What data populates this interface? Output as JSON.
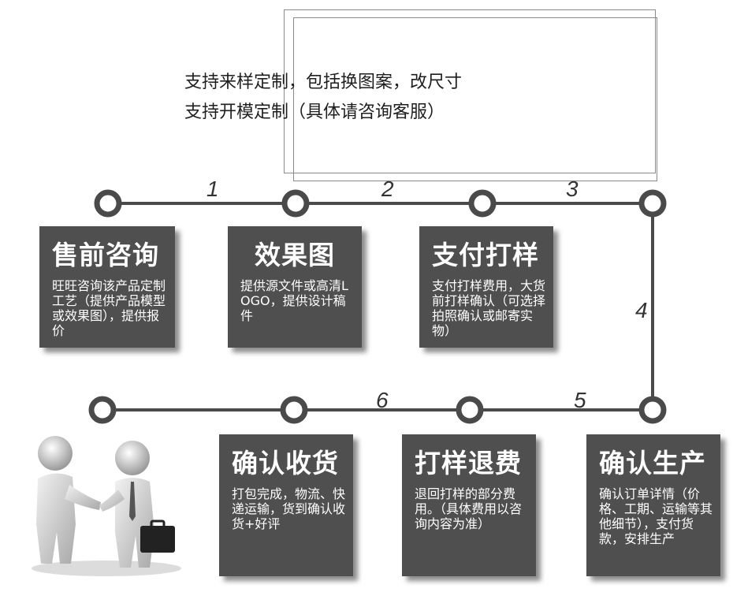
{
  "header": {
    "line1": "支持来样定制，包括换图案，改尺寸",
    "line2": "支持开模定制（具体请咨询客服）"
  },
  "steps": [
    {
      "title": "售前咨询",
      "desc": "旺旺咨询该产品定制工艺（提供产品模型或效果图），提供报价"
    },
    {
      "title": "效果图",
      "desc": "提供源文件或高清LOGO，提供设计稿件"
    },
    {
      "title": "支付打样",
      "desc": "支付打样费用，大货前打样确认（可选择拍照确认或邮寄实物）"
    },
    {
      "title": "确认生产",
      "desc": "确认订单详情（价格、工期、运输等其他细节），支付货款，安排生产"
    },
    {
      "title": "打样退费",
      "desc": "退回打样的部分费用。（具体费用以咨询内容为准）"
    },
    {
      "title": "确认收货",
      "desc": "打包完成，物流、快递运输，货到确认收货+好评"
    }
  ],
  "numbers": [
    "1",
    "2",
    "3",
    "4",
    "5",
    "6"
  ],
  "colors": {
    "line": "#4a4a4a",
    "box": "#4f4f4f",
    "text": "#ffffff"
  }
}
